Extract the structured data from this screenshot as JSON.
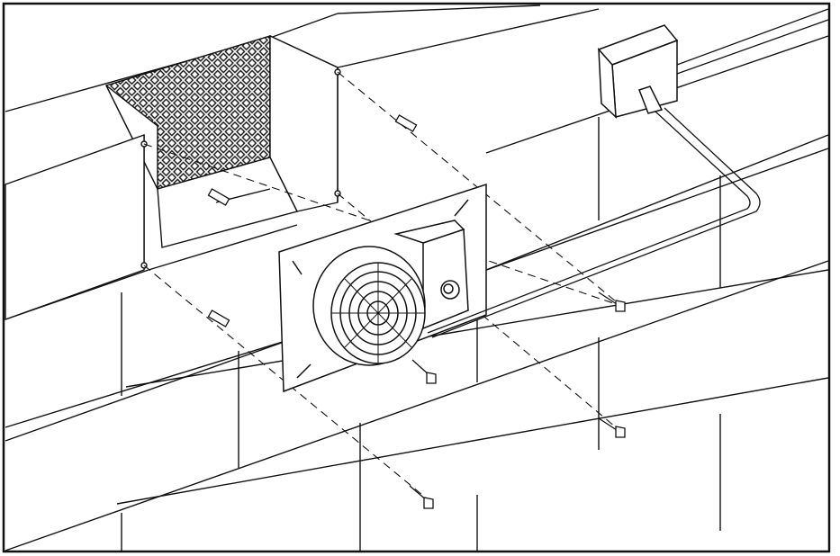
{
  "diagram": {
    "line_color": "#111111",
    "background_color": "#ffffff",
    "components": [
      {
        "id": "vent-opening",
        "icon": "mesh-grille-icon"
      },
      {
        "id": "fan-plate",
        "icon": "fan-icon"
      },
      {
        "id": "control-box",
        "icon": "switch-box-icon"
      },
      {
        "id": "junction-box",
        "icon": "junction-box-icon"
      },
      {
        "id": "wall-anchors",
        "icon": "anchor-icon",
        "count": 4
      },
      {
        "id": "mounting-screws",
        "icon": "screw-icon",
        "count": 4
      },
      {
        "id": "power-cable",
        "icon": "cable-icon"
      }
    ]
  }
}
